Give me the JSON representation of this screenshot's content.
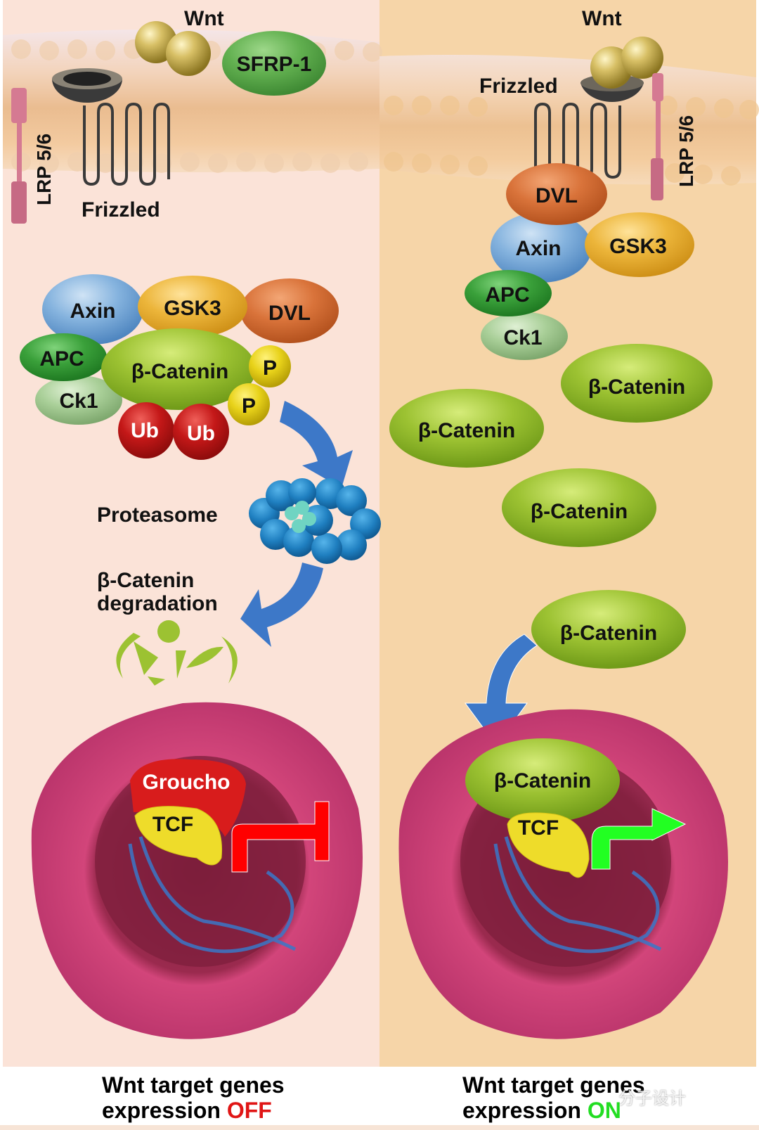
{
  "left_panel": {
    "membrane_labels": {
      "wnt": "Wnt",
      "sfrp": "SFRP-1",
      "frizzled": "Frizzled",
      "lrp": "LRP 5/6"
    },
    "destruction_complex": {
      "axin": "Axin",
      "gsk3": "GSK3",
      "dvl": "DVL",
      "apc": "APC",
      "ck1": "Ck1",
      "beta_catenin": "β-Catenin",
      "phospho": [
        "P",
        "P"
      ],
      "ubiquitin": [
        "Ub",
        "Ub"
      ]
    },
    "proteasome_label": "Proteasome",
    "degradation_label": [
      "β-Catenin",
      "degradation"
    ],
    "nucleus": {
      "groucho": "Groucho",
      "tcf": "TCF"
    },
    "caption": {
      "line1": "Wnt target genes",
      "line2_prefix": "expression ",
      "state": "OFF"
    }
  },
  "right_panel": {
    "membrane_labels": {
      "wnt": "Wnt",
      "frizzled": "Frizzled",
      "lrp": "LRP 5/6"
    },
    "complex": {
      "dvl": "DVL",
      "axin": "Axin",
      "gsk3": "GSK3",
      "apc": "APC",
      "ck1": "Ck1"
    },
    "free_beta_catenin": [
      "β-Catenin",
      "β-Catenin",
      "β-Catenin",
      "β-Catenin"
    ],
    "nucleus": {
      "beta_catenin": "β-Catenin",
      "tcf": "TCF"
    },
    "caption": {
      "line1": "Wnt target genes",
      "line2_prefix": "expression ",
      "state": "ON"
    }
  },
  "watermark": "分子设计",
  "colors": {
    "left_bg": "#fbe3d8",
    "right_bg": "#f6d5a8",
    "axin": "#7fb0dc",
    "gsk3": "#e8b63a",
    "dvl": "#d9733a",
    "apc": "#3a9a3a",
    "ck1": "#a8cc98",
    "beta_catenin": "#9cc230",
    "phospho": "#e8d21a",
    "ubiquitin": "#c41818",
    "arrow": "#3d78c8",
    "nucleus": "#c83a6a",
    "groucho": "#d81c1c",
    "tcf": "#eedc2a",
    "off": "#e01515",
    "on": "#22dd22"
  }
}
